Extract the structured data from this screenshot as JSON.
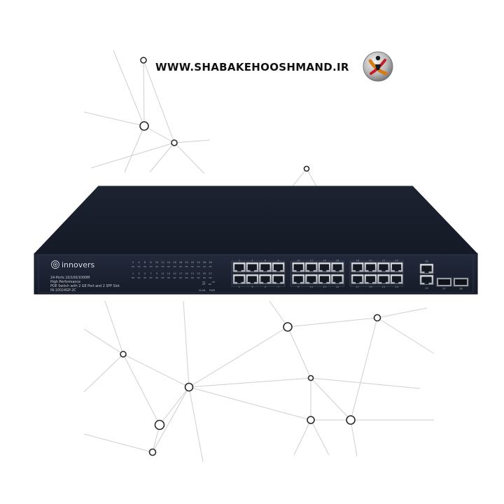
{
  "watermark": {
    "site": "WWW.SHABAKEHOOSHMAND.IR",
    "logo_icon": "shabakeh-hooshmand-logo-icon"
  },
  "device": {
    "brand": "innovers",
    "spec_line1": "24-Ports 10/100/1000M",
    "spec_line2": "High Performance",
    "spec_line3": "POE Switch with 2 GE Port and 2 SFP Slot",
    "model": "IN-10024GP-2C",
    "led_top_numbers": [
      "2",
      "4",
      "6",
      "8",
      "10",
      "12",
      "14",
      "16",
      "18",
      "20",
      "22",
      "24",
      "26",
      "28"
    ],
    "led_bottom_numbers": [
      "1",
      "3",
      "5",
      "7",
      "9",
      "11",
      "13",
      "15",
      "17",
      "19",
      "21",
      "23",
      "25",
      "27"
    ],
    "led_labels": {
      "vlan": "VLAN",
      "pwr": "PWR",
      "off": "off",
      "on": "on"
    },
    "port_top_numbers": [
      "2",
      "4",
      "6",
      "8",
      "10",
      "12",
      "14",
      "16",
      "18",
      "20",
      "22",
      "24"
    ],
    "port_bottom_numbers": [
      "1",
      "3",
      "5",
      "7",
      "9",
      "11",
      "13",
      "15",
      "17",
      "19",
      "21",
      "23"
    ],
    "uplink_top": "26",
    "uplink_bottom": "25",
    "sfp_numbers": [
      "27",
      "28"
    ],
    "colors": {
      "chassis_top": "#1b2231",
      "front_panel": "#1d2334",
      "port_metal": "#c9ccd2"
    }
  }
}
